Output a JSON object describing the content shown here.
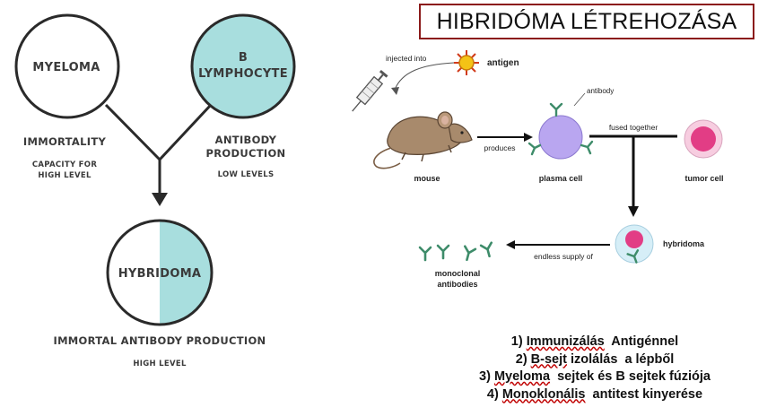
{
  "title": "HIBRIDÓMA LÉTREHOZÁSA",
  "left_diagram": {
    "myeloma_label": "MYELOMA",
    "b_lymphocyte_label_line1": "B",
    "b_lymphocyte_label_line2": "LYMPHOCYTE",
    "immortality": "IMMORTALITY",
    "capacity_line1": "CAPACITY FOR",
    "capacity_line2": "HIGH LEVEL",
    "antibody_prod_line1": "ANTIBODY",
    "antibody_prod_line2": "PRODUCTION",
    "low_levels": "LOW LEVELS",
    "hybridoma_label": "HYBRIDOMA",
    "immortal_production": "IMMORTAL ANTIBODY PRODUCTION",
    "high_level": "HIGH LEVEL"
  },
  "right_diagram": {
    "injected_into": "injected into",
    "antigen": "antigen",
    "antibody": "antibody",
    "mouse": "mouse",
    "produces": "produces",
    "plasma_cell": "plasma cell",
    "fused_together": "fused together",
    "tumor_cell": "tumor cell",
    "hybridoma": "hybridoma",
    "endless_supply": "endless supply of",
    "monoclonal_line1": "monoclonal",
    "monoclonal_line2": "antibodies"
  },
  "steps": [
    {
      "prefix": "1) ",
      "underlined": "Immunizálás",
      "rest": "  Antigénnel"
    },
    {
      "prefix": "2) ",
      "underlined": "B-sejt",
      "rest": " izolálás  a lépből"
    },
    {
      "prefix": "3) ",
      "underlined": "Myeloma",
      "rest": "  sejtek és B sejtek fúziója"
    },
    {
      "prefix": "4) ",
      "underlined": "Monoklonális",
      "rest": "  antitest kinyerése"
    }
  ],
  "colors": {
    "teal_fill": "#a8dede",
    "plasma_cell": "#b9a6f0",
    "tumor_inner": "#e23d85",
    "tumor_outer": "#f7cde0",
    "hybridoma_outer": "#d6eef7",
    "antibody_green": "#3e8c6a",
    "mouse_body": "#a88a6c",
    "title_border": "#8b1a1a"
  },
  "icons": [
    "syringe-icon",
    "sun-antigen-icon",
    "mouse-icon",
    "antibody-y-icon"
  ]
}
